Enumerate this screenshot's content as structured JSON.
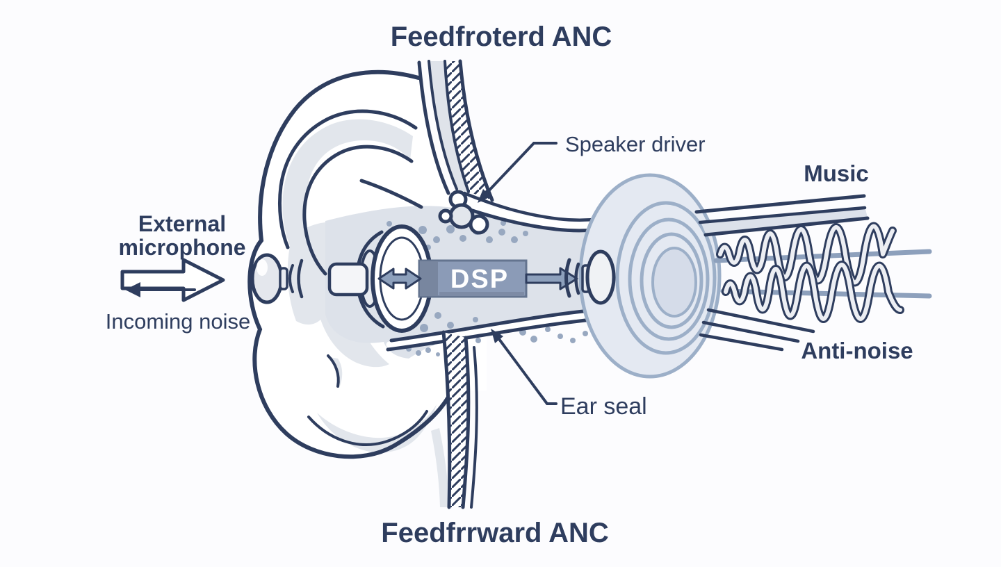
{
  "diagram": {
    "title_top": "Feedfroterd ANC",
    "title_bottom": "Feedfrrward ANC",
    "ear": {
      "external_microphone_line1": "External",
      "external_microphone_line2": "microphone",
      "incoming_noise": "Incoming noise",
      "speaker_driver": "Speaker driver",
      "ear_seal": "Ear seal"
    },
    "output": {
      "music": "Music",
      "anti_noise": "Anti-noise"
    },
    "chip": {
      "dsp": "DSP"
    },
    "colors": {
      "ink": "#2e3d5e",
      "canal": "#dde2ea",
      "soft_gray": "#e2e6ec",
      "earbud_fill": "#e4e9f2",
      "ring": "#9cafc8",
      "blue_gray": "#8da0bc",
      "dsp_fill": "#8b9bb7",
      "background": "#fcfcfe"
    }
  }
}
